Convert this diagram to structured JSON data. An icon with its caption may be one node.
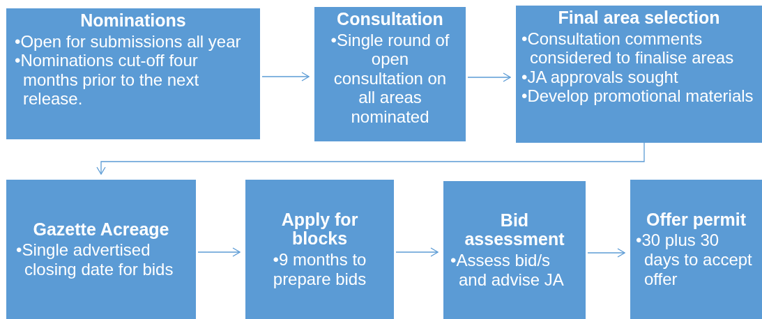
{
  "diagram": {
    "nodes": [
      {
        "text": [
          "Nominations",
          "•Open for submissions all year",
          "•Nominations cut-off four months prior to the next release."
        ]
      },
      {
        "text": [
          "Consultation",
          "•Single round of open consultation on all areas nominated"
        ]
      },
      {
        "text": [
          "Final area selection",
          "•Consultation comments considered to finalise areas",
          "•JA approvals sought",
          "•Develop promotional materials"
        ]
      },
      {
        "text": [
          "Gazette Acreage",
          "•Single advertised closing date for bids"
        ]
      },
      {
        "text": [
          "Apply for blocks",
          "•9 months to prepare bids"
        ]
      },
      {
        "text": [
          "Bid assessment",
          "•Assess bid/s and advise JA"
        ]
      },
      {
        "text": [
          "Offer permit",
          "•30 plus 30 days to accept offer"
        ]
      }
    ],
    "edges": [
      {
        "from": 0,
        "to": 1,
        "arrow": "to"
      },
      {
        "from": 1,
        "to": 2,
        "arrow": "to"
      },
      {
        "from": 2,
        "to": 3,
        "arrow": "to"
      },
      {
        "from": 3,
        "to": 4,
        "arrow": "to"
      },
      {
        "from": 4,
        "to": 5,
        "arrow": "to"
      },
      {
        "from": 5,
        "to": 6,
        "arrow": "to"
      }
    ]
  }
}
